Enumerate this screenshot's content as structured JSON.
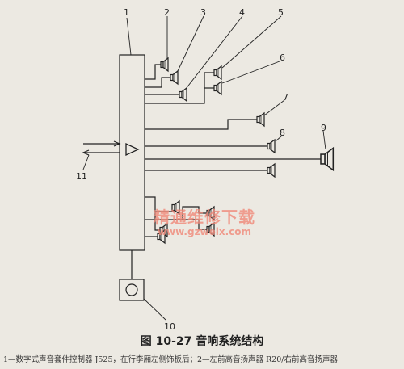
{
  "diagram": {
    "labels": [
      "1",
      "2",
      "3",
      "4",
      "5",
      "6",
      "7",
      "8",
      "9",
      "10",
      "11"
    ]
  },
  "watermark": {
    "line1": "精通维修下载",
    "line2": "www.gzweix.com"
  },
  "caption": "图 10-27   音响系统结构",
  "legend": "1—数字式声音套件控制器 J525，在行李厢左侧饰板后；2—左前高音扬声器 R20/右前高音扬声器"
}
